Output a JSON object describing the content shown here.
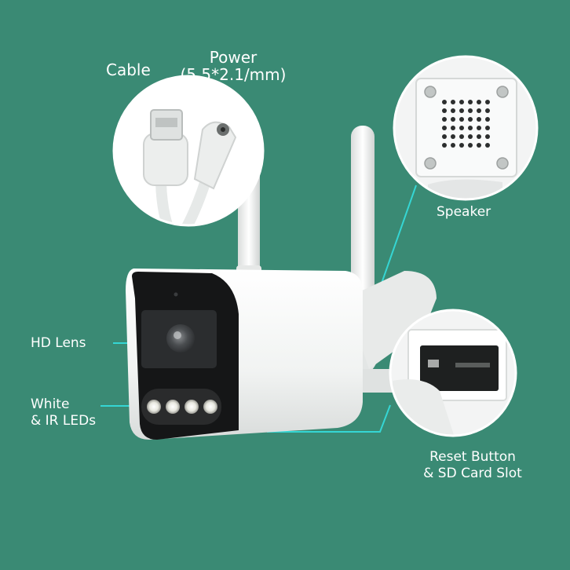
{
  "labels": {
    "cable": "Cable",
    "power_line1": "Power",
    "power_line2": "(5.5*2.1/mm)",
    "speaker": "Speaker",
    "hd_lens": "HD Lens",
    "leds_line1": "White",
    "leds_line2": "& IR LEDs",
    "reset_line1": "Reset Button",
    "reset_line2": "& SD Card Slot"
  },
  "colors": {
    "background": "#3a8a74",
    "callout_line": "#35d6d4",
    "callout_border": "#ffffff",
    "text": "#ffffff"
  }
}
